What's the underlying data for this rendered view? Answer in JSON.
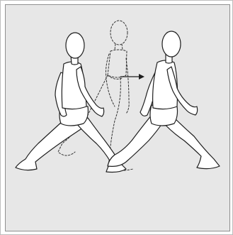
{
  "figure": {
    "background": "#e7e7e7",
    "stroke": "#1e1e1e",
    "figures": [
      "walker-left",
      "walker-ghost",
      "walker-right"
    ],
    "motion": "rightward"
  }
}
